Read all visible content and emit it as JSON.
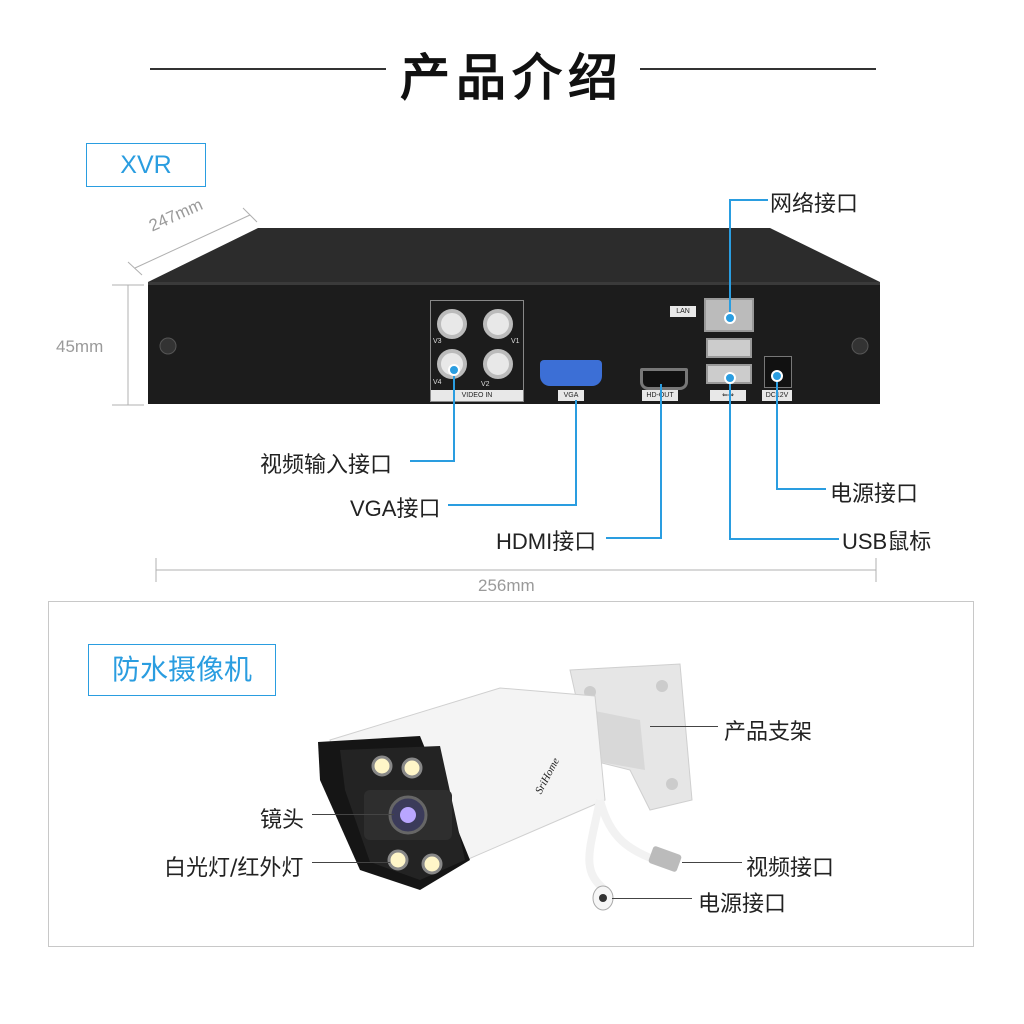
{
  "header": {
    "title": "产品介绍"
  },
  "xvr": {
    "tag": "XVR",
    "dim_depth": "247mm",
    "dim_height": "45mm",
    "dim_width": "256mm",
    "ports": {
      "lan": "LAN",
      "video_in": "VIDEO IN",
      "v1": "V1",
      "v2": "V2",
      "v3": "V3",
      "v4": "V4",
      "vga": "VGA",
      "hd_out": "HD-OUT",
      "usb": "⇐⇒",
      "dc": "DC12V"
    },
    "callouts": {
      "network": "网络接口",
      "video_input": "视频输入接口",
      "vga": "VGA接口",
      "hdmi": "HDMI接口",
      "power": "电源接口",
      "usb": "USB鼠标"
    }
  },
  "camera": {
    "tag": "防水摄像机",
    "brand": "SriHome",
    "callouts": {
      "bracket": "产品支架",
      "lens": "镜头",
      "lights": "白光灯/红外灯",
      "video": "视频接口",
      "power": "电源接口"
    }
  },
  "colors": {
    "accent": "#2a9de0",
    "device": "#1c1c1c"
  }
}
